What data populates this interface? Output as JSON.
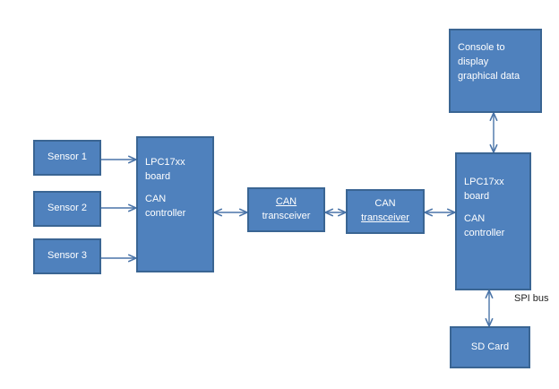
{
  "sensors": [
    {
      "label": "Sensor 1"
    },
    {
      "label": "Sensor 2"
    },
    {
      "label": "Sensor 3"
    }
  ],
  "left_board": {
    "line1": "LPC17xx",
    "line2": "board",
    "line3": "CAN",
    "line4": "controller"
  },
  "transceiver_left": {
    "line1": "CAN",
    "line2": "transceiver"
  },
  "transceiver_right": {
    "line1": "CAN",
    "line2": "transceiver"
  },
  "right_board": {
    "line1": "LPC17xx",
    "line2": "board",
    "line3": "CAN",
    "line4": "controller"
  },
  "console": {
    "line1": "Console to",
    "line2": "display",
    "line3": "graphical data"
  },
  "sd_card": {
    "label": "SD Card"
  },
  "spi_label": "SPI bus",
  "colors": {
    "box_fill": "#4f81bd",
    "box_border": "#3a6593",
    "connector": "#4a74a8"
  }
}
